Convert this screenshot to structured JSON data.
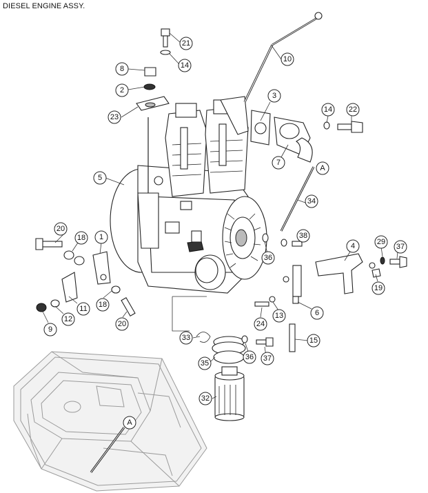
{
  "title": "DIESEL ENGINE ASSY.",
  "callouts": [
    "21",
    "14",
    "10",
    "8",
    "2",
    "23",
    "3",
    "14",
    "22",
    "7",
    "A",
    "5",
    "34",
    "38",
    "20",
    "18",
    "1",
    "4",
    "29",
    "37",
    "36",
    "19",
    "11",
    "18",
    "6",
    "24",
    "13",
    "12",
    "9",
    "20",
    "15",
    "33",
    "36",
    "37",
    "35",
    "32",
    "A"
  ]
}
